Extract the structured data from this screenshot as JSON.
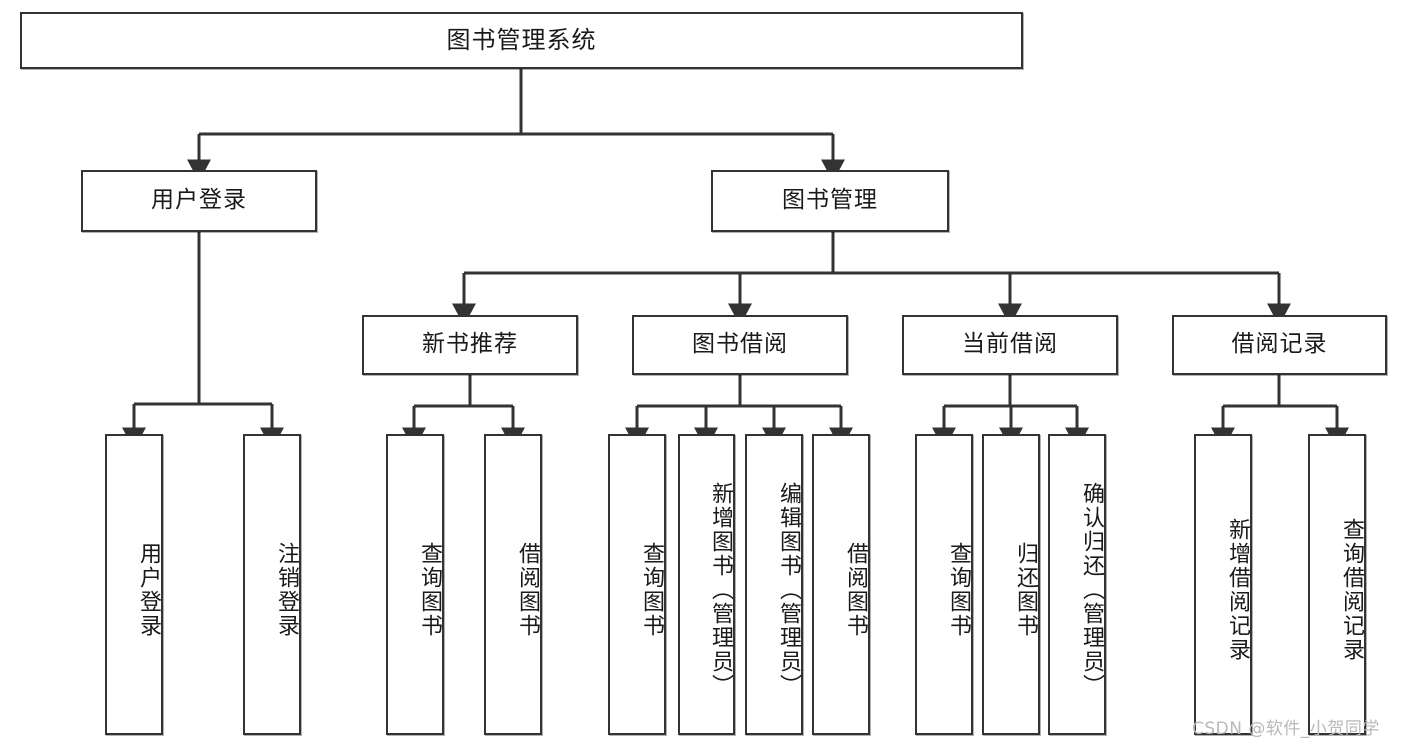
{
  "diagram": {
    "title_node": {
      "label": "图书管理系统"
    },
    "level2": [
      {
        "id": "user-login",
        "label": "用户登录"
      },
      {
        "id": "book-management",
        "label": "图书管理"
      }
    ],
    "level3": [
      {
        "id": "new-book-recommend",
        "label": "新书推荐"
      },
      {
        "id": "book-borrow",
        "label": "图书借阅"
      },
      {
        "id": "current-borrow",
        "label": "当前借阅"
      },
      {
        "id": "borrow-record",
        "label": "借阅记录"
      }
    ],
    "leaves": {
      "user_login": [
        {
          "id": "leaf-user-login",
          "label": "用户登录"
        },
        {
          "id": "leaf-logout-login",
          "label": "注销登录"
        }
      ],
      "new_book_recommend": [
        {
          "id": "leaf-query-book-1",
          "label": "查询图书"
        },
        {
          "id": "leaf-borrow-book-1",
          "label": "借阅图书"
        }
      ],
      "book_borrow": [
        {
          "id": "leaf-query-book-2",
          "label": "查询图书"
        },
        {
          "id": "leaf-add-book",
          "label": "新增图书（管理员）"
        },
        {
          "id": "leaf-edit-book",
          "label": "编辑图书（管理员）"
        },
        {
          "id": "leaf-borrow-book-2",
          "label": "借阅图书"
        }
      ],
      "current_borrow": [
        {
          "id": "leaf-query-book-3",
          "label": "查询图书"
        },
        {
          "id": "leaf-return-book",
          "label": "归还图书"
        },
        {
          "id": "leaf-confirm-return",
          "label": "确认归还（管理员）"
        }
      ],
      "borrow_record": [
        {
          "id": "leaf-add-record",
          "label": "新增借阅记录"
        },
        {
          "id": "leaf-query-record",
          "label": "查询借阅记录"
        }
      ]
    }
  },
  "watermark": {
    "text": "CSDN @软件_小贺同学"
  },
  "colors": {
    "box_border": "#333333",
    "box_fill": "#ffffff",
    "edge": "#333333",
    "text": "#1a1a1a",
    "watermark": "#b9b9b9",
    "page_background": "#ffffff"
  }
}
